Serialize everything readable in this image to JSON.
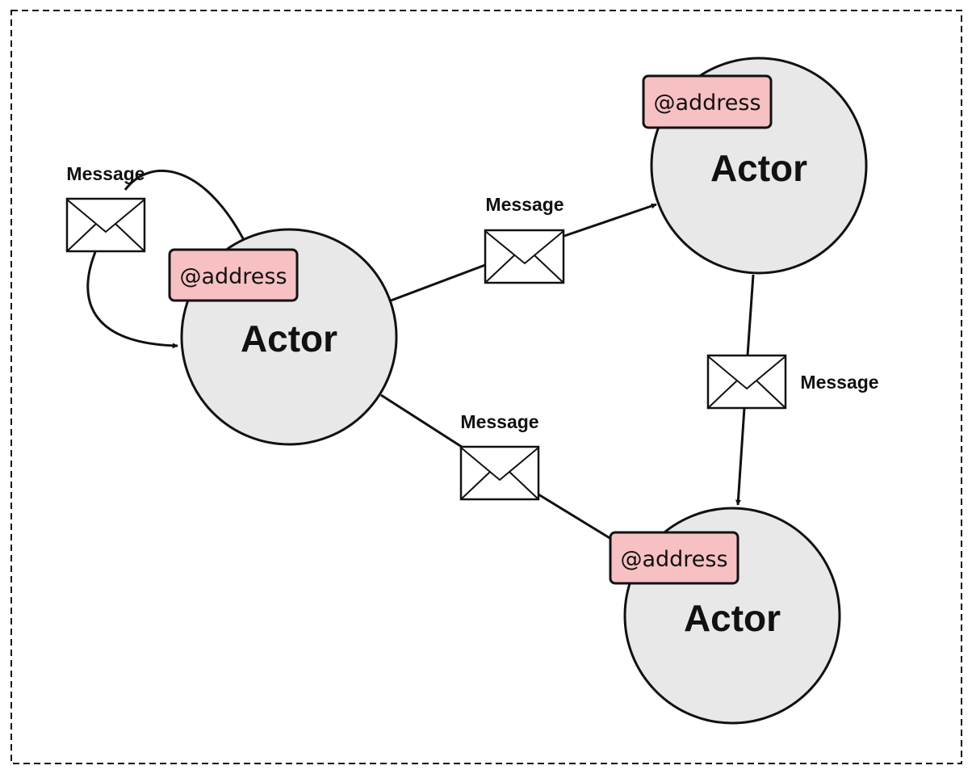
{
  "colors": {
    "actor_fill": "#e8e8e8",
    "address_fill": "#f7c0c2",
    "stroke": "#111111"
  },
  "actors": [
    {
      "label": "Actor",
      "address": "@address"
    },
    {
      "label": "Actor",
      "address": "@address"
    },
    {
      "label": "Actor",
      "address": "@address"
    }
  ],
  "messages": [
    {
      "label": "Message",
      "icon": "envelope-icon"
    },
    {
      "label": "Message",
      "icon": "envelope-icon"
    },
    {
      "label": "Message",
      "icon": "envelope-icon"
    },
    {
      "label": "Message",
      "icon": "envelope-icon"
    }
  ]
}
